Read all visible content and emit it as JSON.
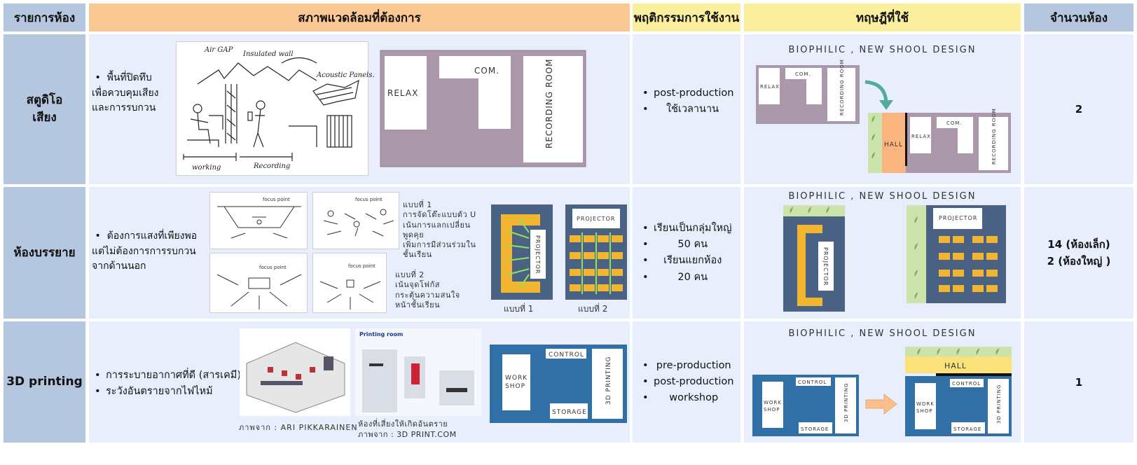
{
  "headers": {
    "room": "รายการห้อง",
    "environment": "สภาพแวดล้อมที่ต้องการ",
    "behavior": "พฤติกรรมการใช้งาน",
    "theory": "ทฤษฎีที่ใช้",
    "count": "จำนวนห้อง"
  },
  "rows": [
    {
      "name": "สตูดิโอ\nเสียง",
      "env_text": [
        "พื้นที่ปิดทึบ",
        "เพื่อควบคุมเสียง",
        "และการรบกวน"
      ],
      "sketch_labels": {
        "air_gap": "Air GAP",
        "insulated": "Insulated wall",
        "acoustic": "Acoustic Panels.",
        "working": "working",
        "recording": "Recording"
      },
      "plan": {
        "relax": "RELAX",
        "com": "COM.",
        "recording": "RECORDING ROOM"
      },
      "behavior": [
        "post-production",
        "ใช้เวลานาน"
      ],
      "theory_title": "BIOPHILIC , NEW SHOOL DESIGN",
      "theory_plan": {
        "relax": "RELAX",
        "com": "COM.",
        "recording": "RECORDING ROOM",
        "hall": "HALL"
      },
      "count": "2"
    },
    {
      "name": "ห้องบรรยาย",
      "env_text": [
        "ต้องการแสงที่เพียงพอ",
        "แต่ไม่ต้องการการรบกวน",
        "จากด้านนอก"
      ],
      "sketch_labels": {
        "focus": "focus point"
      },
      "type1_text": [
        "แบบที่ 1",
        "การจัดโต๊ะแบบตัว U",
        "เน้นการแลกเปลี่ยน",
        "พูดคุย",
        "เพิ่มการมีส่วนร่วมใน",
        "ชั้นเรียน"
      ],
      "type2_text": [
        "แบบที่ 2",
        "เน้นจุดโฟกัส",
        "",
        "กระตุ้นความสนใจ",
        "หน้าชั้นเรียน"
      ],
      "plan": {
        "projector": "PROJECTOR",
        "type1": "แบบที่ 1",
        "type2": "แบบที่ 2"
      },
      "behavior": [
        "เรียนเป็นกลุ่มใหญ่",
        "50 คน",
        "เรียนแยกห้อง",
        "20 คน"
      ],
      "theory_title": "BIOPHILIC , NEW SHOOL DESIGN",
      "theory_plan": {
        "projector": "PROJECTOR"
      },
      "count": "14 (ห้องเล็ก)\n2 (ห้องใหญ่ )"
    },
    {
      "name": "3D printing",
      "env_text": [
        "การระบายอากาศที่ดี (สารเคมี)",
        "ระวังอันตรายจากไฟไหม้"
      ],
      "printing_title": "Printing room",
      "caption1": "ภาพจาก : ARI PIKKARAINEN",
      "caption2": [
        "ห้องที่เสี่ยงให้เกิดอันตราย",
        "ภาพจาก : 3D PRINT.COM"
      ],
      "plan": {
        "workshop": "WORK SHOP",
        "control": "CONTROL",
        "storage": "STORAGE",
        "printing": "3D PRINTING"
      },
      "behavior": [
        "pre-production",
        "post-production",
        "workshop"
      ],
      "theory_title": "BIOPHILIC , NEW SHOOL DESIGN",
      "theory_plan": {
        "workshop": "WORK SHOP",
        "control": "CONTROL",
        "storage": "STORAGE",
        "printing": "3D PRINTING",
        "hall": "HALL"
      },
      "count": "1"
    }
  ],
  "colors": {
    "header_blue": "#b4c7df",
    "header_orange": "#fbc793",
    "header_yellow": "#fbee9c",
    "cell_light": "#e8eefb",
    "plan_purple": "#ab98ab",
    "plan_navy": "#4a6384",
    "plan_blue": "#3170a6",
    "seat_yellow": "#f2b630",
    "biophilic_green": "#cde3ac",
    "hall_orange": "#f9b57d",
    "arrow_teal": "#53aaa1",
    "arrow_green": "#8fe15f"
  }
}
